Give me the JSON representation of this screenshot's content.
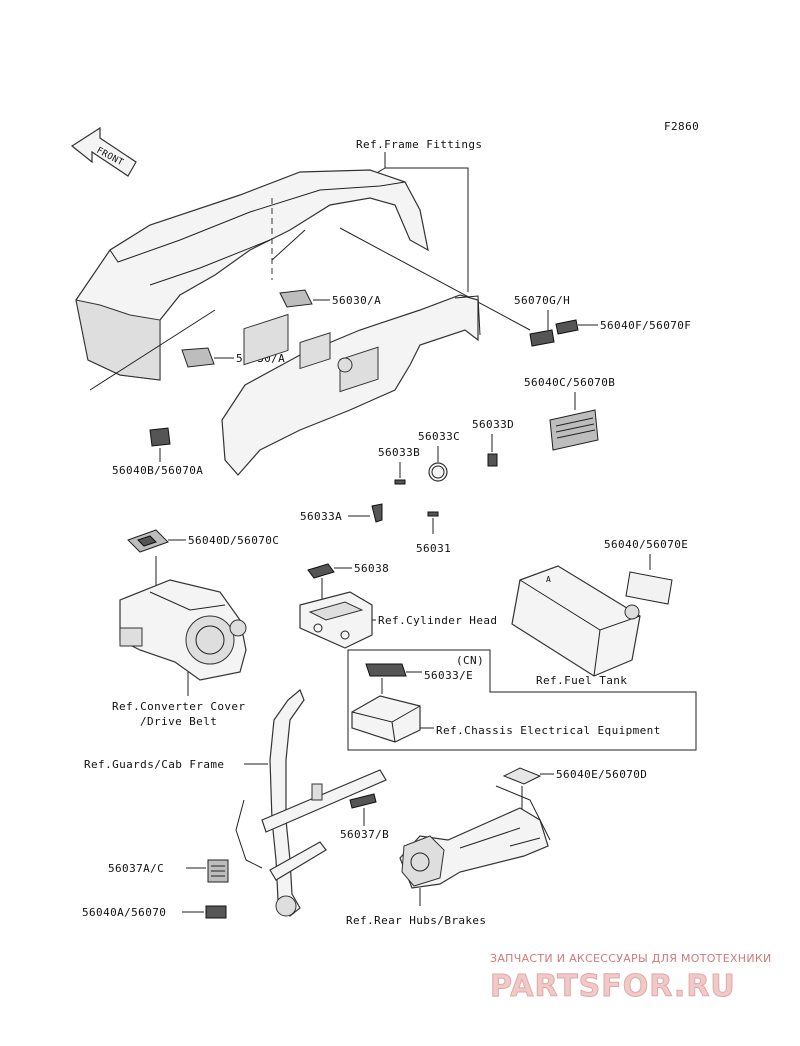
{
  "figure_code": "F2860",
  "front_label": "FRONT",
  "labels": {
    "ref_frame_fittings": "Ref.Frame Fittings",
    "p56030a_top": "56030/A",
    "p56030a_left": "56030/A",
    "p56070gh": "56070G/H",
    "p56040f": "56040F/56070F",
    "p56040c": "56040C/56070B",
    "p56040b": "56040B/56070A",
    "p56033c": "56033C",
    "p56033d": "56033D",
    "p56033b": "56033B",
    "p56033a": "56033A",
    "p56031": "56031",
    "p56040d": "56040D/56070C",
    "p56038": "56038",
    "ref_cyl_head": "Ref.Cylinder Head",
    "p56040e_top": "56040/56070E",
    "ref_conv_1": "Ref.Converter Cover",
    "ref_conv_2": "/Drive Belt",
    "cn": "(CN)",
    "p56033e": "56033/E",
    "ref_fuel_tank": "Ref.Fuel Tank",
    "ref_chassis": "Ref.Chassis Electrical Equipment",
    "ref_guards": "Ref.Guards/Cab Frame",
    "p56040e_d": "56040E/56070D",
    "p56037b": "56037/B",
    "p56037ac": "56037A/C",
    "p56040a": "56040A/56070",
    "ref_rear_hubs": "Ref.Rear Hubs/Brakes"
  },
  "watermark": {
    "tagline": "ЗАПЧАСТИ И АКСЕССУАРЫ ДЛЯ МОТОТЕХНИКИ",
    "brand": "PARTSFOR.RU"
  },
  "colors": {
    "ink": "#222222",
    "watermark": "#e3a7a7"
  }
}
